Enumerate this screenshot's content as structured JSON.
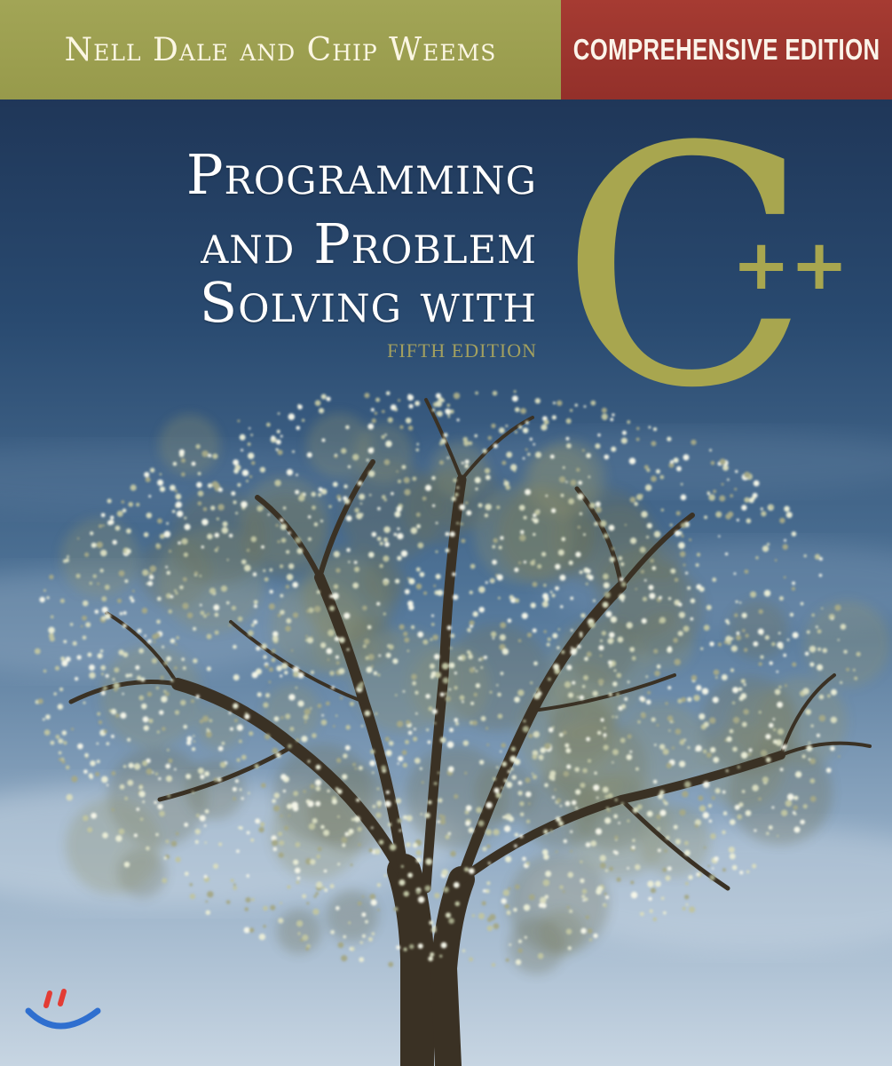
{
  "cover": {
    "authors": "Nell Dale and Chip Weems",
    "edition_badge": "COMPREHENSIVE EDITION",
    "title_lines": [
      "Programming",
      "and Problem",
      "Solving with"
    ],
    "language": "C++",
    "edition": "FIFTH EDITION"
  },
  "colors": {
    "author_band": "#9fa251",
    "badge_band": "#9e362e",
    "title_accent": "#a8a64f",
    "sky_top": "#1c3050",
    "sky_bottom": "#c4d4e2"
  },
  "icons": [
    "tree-illustration",
    "publisher-logo-icon"
  ]
}
